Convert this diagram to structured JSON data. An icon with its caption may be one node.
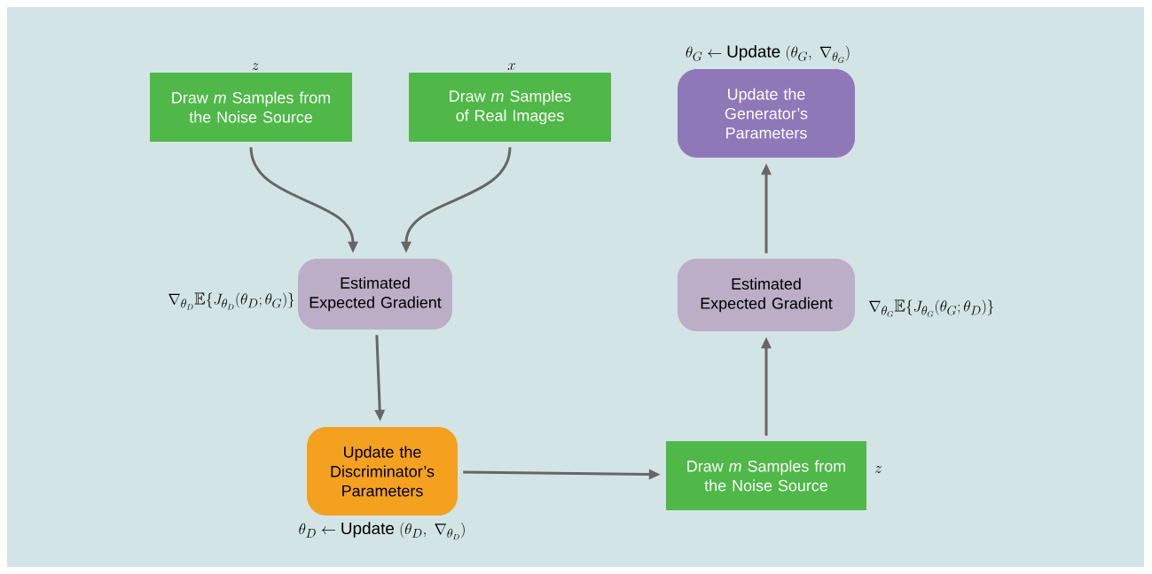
{
  "diagram": {
    "nodes": [
      {
        "text": [
          "Draw *m* Samples from the Noise Source"
        ],
        "beside": [
          "z"
        ]
      },
      {
        "text": [
          "Draw *m* Samples of Real Images"
        ],
        "beside": [
          "x"
        ]
      },
      {
        "text": [
          "Estimated Expected Gradient"
        ],
        "beside": [
          "\\nabla_{\\theta_D}\\mathbb{E}\\{J_{\\theta_D}(\\theta_D;\\theta_G)\\}"
        ]
      },
      {
        "text": [
          "Update the Discriminator’s Parameters"
        ],
        "beside": [
          "\\theta_D \\leftarrow \\mathrm{Update}\\ (\\theta_D,\\ \\nabla_{\\theta_D})"
        ]
      },
      {
        "text": [
          "Draw *m* Samples from the Noise Source"
        ],
        "beside": [
          "z"
        ]
      },
      {
        "text": [
          "Estimated Expected Gradient"
        ],
        "beside": [
          "\\nabla_{\\theta_G}\\mathbb{E}\\{J_{\\theta_G}(\\theta_G;\\theta_D)\\}"
        ]
      },
      {
        "text": [
          "Update the Generator’s Parameters"
        ],
        "beside": [
          "\\theta_G \\leftarrow \\mathrm{Update}\\ (\\theta_G,\\ \\nabla_{\\theta_G})"
        ]
      }
    ],
    "edges": [
      {
        "from": 0,
        "to": 2,
        "arrow": "to"
      },
      {
        "from": 1,
        "to": 2,
        "arrow": "to"
      },
      {
        "from": 2,
        "to": 3,
        "arrow": "to"
      },
      {
        "from": 3,
        "to": 4,
        "arrow": "to"
      },
      {
        "from": 4,
        "to": 5,
        "arrow": "to"
      },
      {
        "from": 5,
        "to": 6,
        "arrow": "to"
      }
    ]
  }
}
